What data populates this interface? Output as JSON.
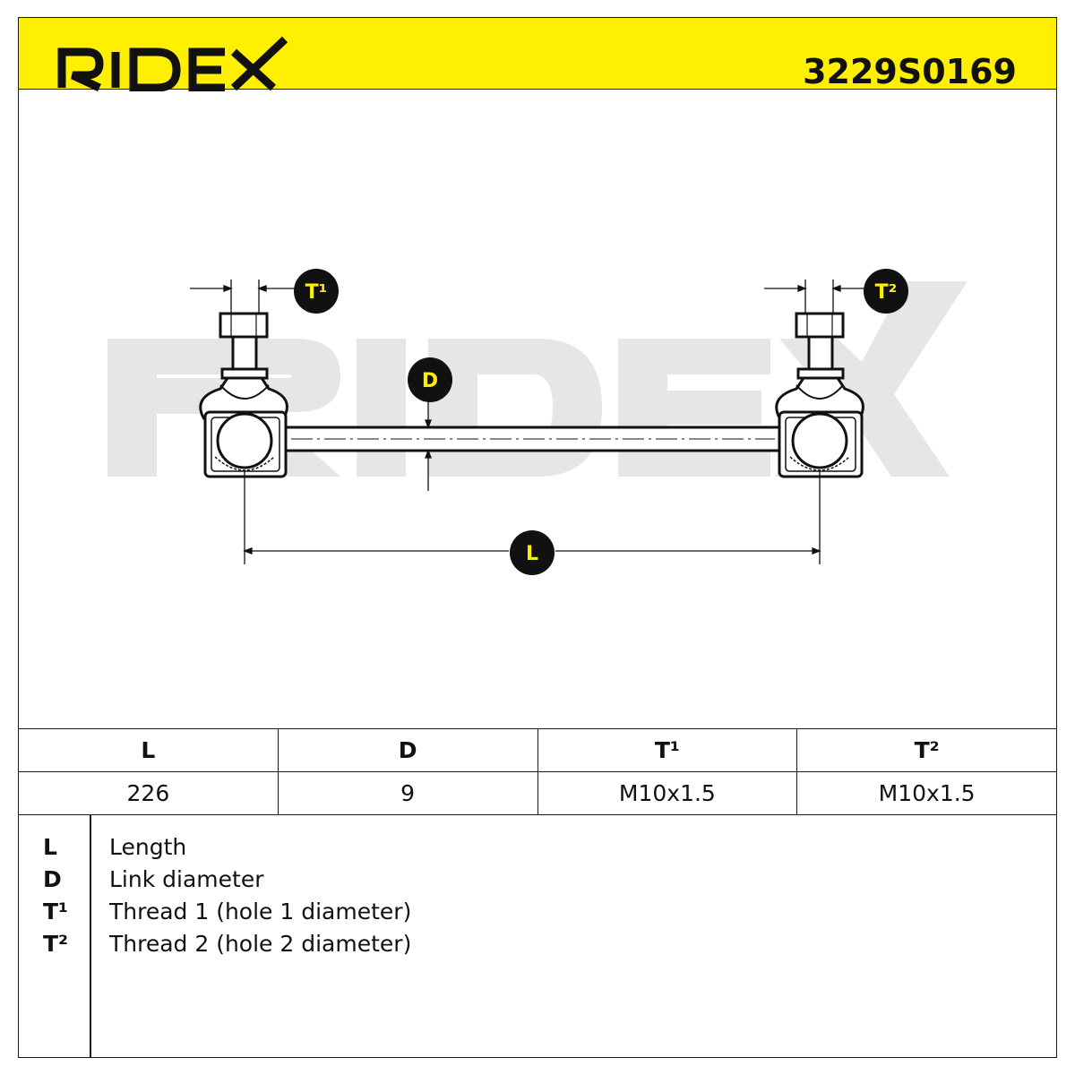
{
  "brand": "RIDEX",
  "part_number": "3229S0169",
  "watermark": "RIDEX",
  "colors": {
    "accent_yellow": "#ffef00",
    "ink": "#111111",
    "watermark": "#e6e6e6"
  },
  "dimension_badges": {
    "t1": "T¹",
    "t2": "T²",
    "d": "D",
    "l": "L"
  },
  "table": {
    "headers": [
      "L",
      "D",
      "T¹",
      "T²"
    ],
    "values": [
      "226",
      "9",
      "M10x1.5",
      "M10x1.5"
    ]
  },
  "legend": [
    {
      "symbol": "L",
      "description": "Length"
    },
    {
      "symbol": "D",
      "description": "Link diameter"
    },
    {
      "symbol": "T¹",
      "description": "Thread 1 (hole 1 diameter)"
    },
    {
      "symbol": "T²",
      "description": "Thread 2 (hole 2 diameter)"
    }
  ]
}
